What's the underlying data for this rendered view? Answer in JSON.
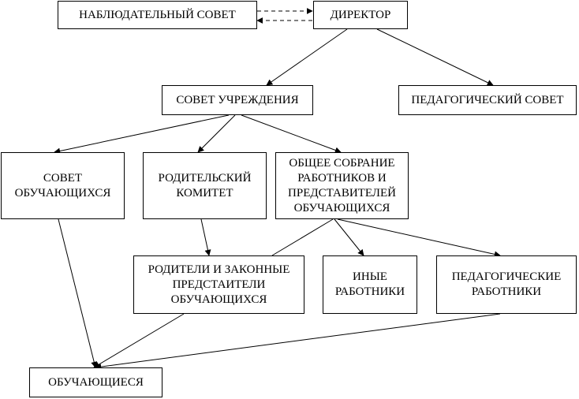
{
  "nodes": {
    "supervisory_board": "НАБЛЮДАТЕЛЬНЫЙ СОВЕТ",
    "director": "ДИРЕКТОР",
    "institution_council": "СОВЕТ УЧРЕЖДЕНИЯ",
    "pedagogical_council": "ПЕДАГОГИЧЕСКИЙ СОВЕТ",
    "student_council": "СОВЕТ\nОБУЧАЮЩИХСЯ",
    "parent_committee": "РОДИТЕЛЬСКИЙ\nКОМИТЕТ",
    "general_meeting": "ОБЩЕЕ СОБРАНИЕ\nРАБОТНИКОВ И\nПРЕДСТАВИТЕЛЕЙ\nОБУЧАЮЩИХСЯ",
    "parents_reps": "РОДИТЕЛИ И ЗАКОННЫЕ\nПРЕДСТАИТЕЛИ\nОБУЧАЮЩИХСЯ",
    "other_workers": "ИНЫЕ\nРАБОТНИКИ",
    "pedagogical_workers": "ПЕДАГОГИЧЕСКИЕ\nРАБОТНИКИ",
    "students": "ОБУЧАЮЩИЕСЯ"
  }
}
